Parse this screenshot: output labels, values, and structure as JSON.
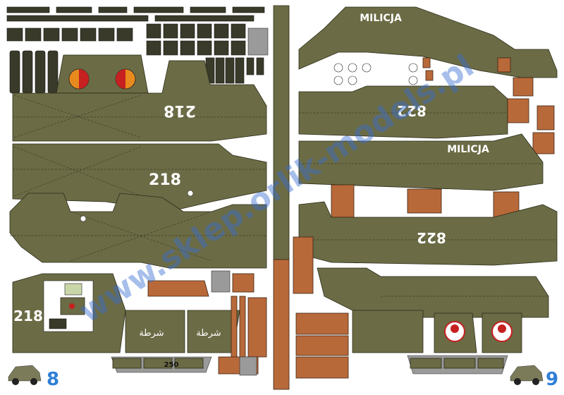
{
  "texts": {
    "milicja_top": "MILICJA",
    "milicja_mid": "MILICJA",
    "num_218_flipped": "218",
    "num_218": "218",
    "num_218_small": "218",
    "num_822_flipped_top": "822",
    "num_822_flipped_bottom": "822",
    "num_250": "250",
    "arabic_1": "شرطة",
    "arabic_2": "شرطة",
    "watermark": "www.sklep.orlik-models.pl",
    "page_left": "8",
    "page_right": "9"
  },
  "colors": {
    "olive": "#6b6b45",
    "rust": "#b8693a",
    "background": "#ffffff",
    "watermark": "#3a6fd0",
    "page_number": "#2f7fd6"
  }
}
